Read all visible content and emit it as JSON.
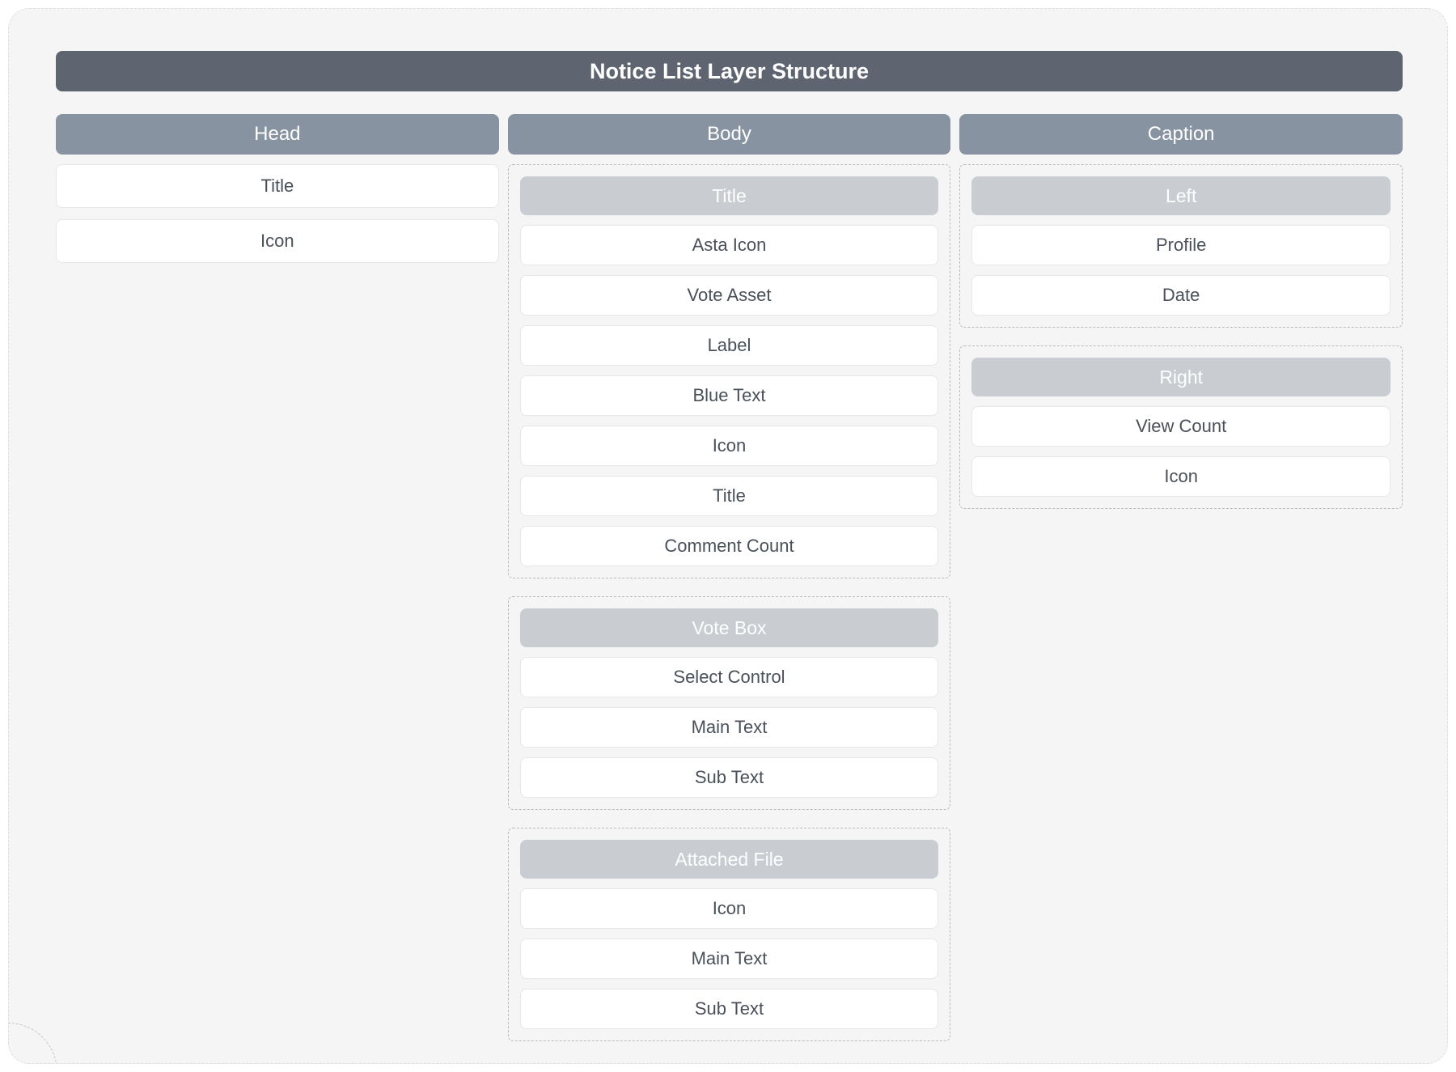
{
  "page": {
    "title": "Notice List Layer Structure"
  },
  "columns": [
    {
      "label": "Head",
      "items": [
        "Title",
        "Icon"
      ]
    },
    {
      "label": "Body",
      "groups": [
        {
          "header": "Title",
          "items": [
            "Asta Icon",
            "Vote Asset",
            "Label",
            "Blue Text",
            "Icon",
            "Title",
            "Comment Count"
          ]
        },
        {
          "header": "Vote Box",
          "items": [
            "Select Control",
            "Main Text",
            "Sub Text"
          ]
        },
        {
          "header": "Attached File",
          "items": [
            "Icon",
            "Main Text",
            "Sub Text"
          ]
        }
      ]
    },
    {
      "label": "Caption",
      "groups": [
        {
          "header": "Left",
          "items": [
            "Profile",
            "Date"
          ]
        },
        {
          "header": "Right",
          "items": [
            "View Count",
            "Icon"
          ]
        }
      ]
    }
  ],
  "colors": {
    "title_bar": "#5e6570",
    "column_header": "#8893a1",
    "group_header": "#c9cdd2",
    "panel_background": "#f5f5f6",
    "item_background": "#ffffff",
    "item_text": "#4a5059",
    "dashed_border": "#b7bcc2"
  }
}
